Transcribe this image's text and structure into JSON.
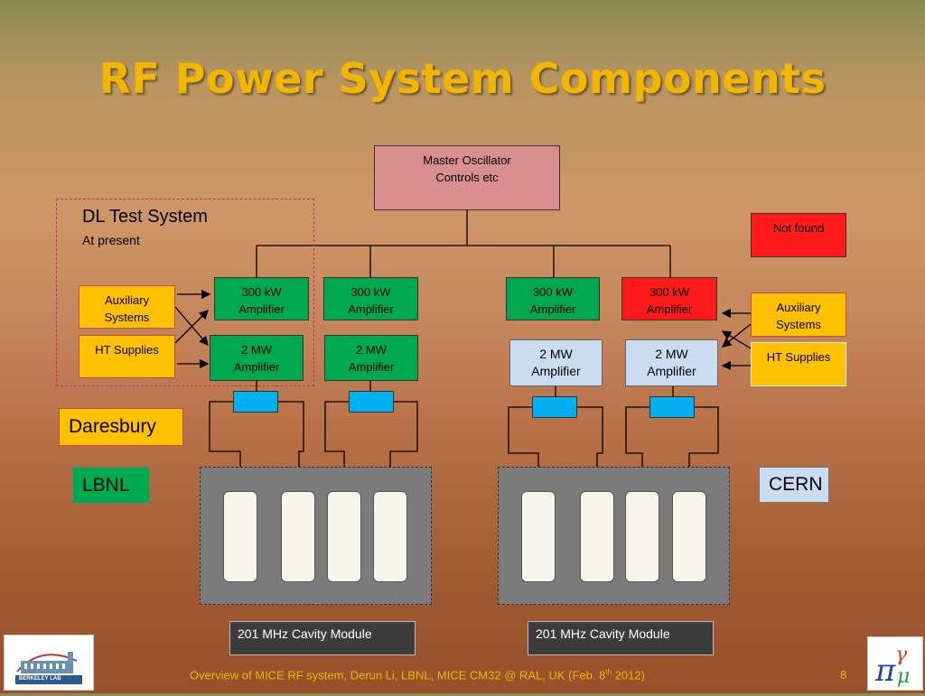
{
  "slide": {
    "title": "RF Power System Components",
    "footer": "Overview of MICE RF system,  Derun Li, LBNL, MICE CM32 @ RAL, UK (Feb. 8",
    "footer_sup": "th",
    "footer_end": "  2012)",
    "page_number": "8"
  },
  "master": {
    "line1": "Master Oscillator",
    "line2": "Controls etc"
  },
  "dl_test": {
    "title": "DL Test System",
    "subtitle": "At present"
  },
  "not_found": "Not found",
  "left": {
    "aux_line1": "Auxiliary",
    "aux_line2": "Systems",
    "ht": "HT Supplies",
    "amp300": [
      "300 kW",
      "Amplifier"
    ],
    "amp2mw": [
      "2 MW",
      "Amplifier"
    ]
  },
  "right": {
    "aux_line1": "Auxiliary",
    "aux_line2": "Systems",
    "ht": "HT Supplies",
    "amp300": [
      "300 kW",
      "Amplifier"
    ],
    "amp2mw": [
      "2 MW",
      "Amplifier"
    ]
  },
  "labels": {
    "daresbury": "Daresbury",
    "lbnl": "LBNL",
    "cern": "CERN"
  },
  "modules": [
    "201 MHz Cavity Module",
    "201 MHz Cavity Module"
  ],
  "logos": {
    "berkeley": "BERKELEY LAB"
  },
  "colors": {
    "title": "#f2b600",
    "green": "#00a850",
    "red": "#ff1a1a",
    "yellow": "#ffc000",
    "cyan": "#00b0f0",
    "lightblue": "#c9dcf2",
    "pink": "#d98f90"
  }
}
